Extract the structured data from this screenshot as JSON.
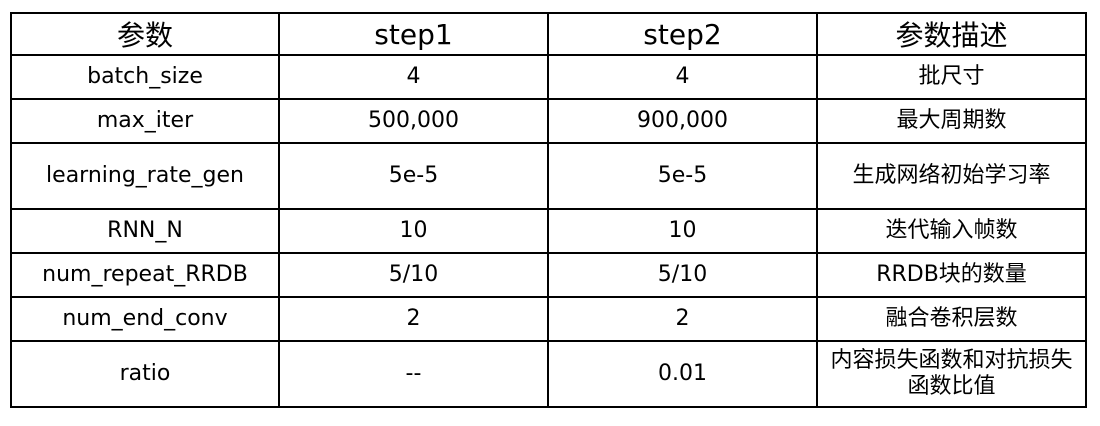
{
  "table": {
    "headers": [
      "参数",
      "step1",
      "step2",
      "参数描述"
    ],
    "rows": [
      {
        "param": "batch_size",
        "step1": "4",
        "step2": "4",
        "desc": "批尺寸"
      },
      {
        "param": "max_iter",
        "step1": "500,000",
        "step2": "900,000",
        "desc": "最大周期数"
      },
      {
        "param": "learning_rate_gen",
        "step1": "5e-5",
        "step2": "5e-5",
        "desc": "生成网络初始学习率"
      },
      {
        "param": "RNN_N",
        "step1": "10",
        "step2": "10",
        "desc": "迭代输入帧数"
      },
      {
        "param": "num_repeat_RRDB",
        "step1": "5/10",
        "step2": "5/10",
        "desc": "RRDB块的数量"
      },
      {
        "param": "num_end_conv",
        "step1": "2",
        "step2": "2",
        "desc": "融合卷积层数"
      },
      {
        "param": "ratio",
        "step1": "--",
        "step2": "0.01",
        "desc": "内容损失函数和对抗损失函数比值"
      }
    ]
  }
}
